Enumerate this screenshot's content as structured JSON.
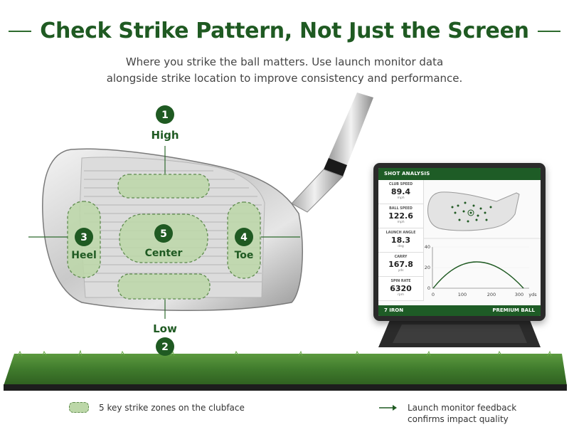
{
  "header": {
    "title": "Check Strike Pattern, Not Just the Screen",
    "subtitle_line1": "Where you strike the ball matters. Use launch monitor data",
    "subtitle_line2": "alongside strike location to improve consistency and performance."
  },
  "zones": [
    {
      "number": "1",
      "label": "High"
    },
    {
      "number": "2",
      "label": "Low"
    },
    {
      "number": "3",
      "label": "Heel"
    },
    {
      "number": "4",
      "label": "Toe"
    },
    {
      "number": "5",
      "label": "Center"
    }
  ],
  "monitor": {
    "header": "SHOT ANALYSIS",
    "metrics": [
      {
        "label": "CLUB SPEED",
        "value": "89.4",
        "unit": "mph"
      },
      {
        "label": "BALL SPEED",
        "value": "122.6",
        "unit": "mph"
      },
      {
        "label": "LAUNCH ANGLE",
        "value": "18.3",
        "unit": "deg"
      },
      {
        "label": "CARRY",
        "value": "167.8",
        "unit": "yds"
      },
      {
        "label": "SPIN RATE",
        "value": "6320",
        "unit": "rpm"
      }
    ],
    "footer_left": "7 IRON",
    "footer_right": "PREMIUM BALL",
    "trajectory_chart": {
      "y_ticks": [
        "40",
        "20",
        "0"
      ],
      "x_ticks": [
        "0",
        "100",
        "200",
        "300"
      ],
      "x_unit": "yds"
    }
  },
  "legend": {
    "zones_text": "5 key strike zones on the clubface",
    "feedback_line1": "Launch monitor feedback",
    "feedback_line2": "confirms impact quality"
  },
  "colors": {
    "brand_green": "#1f5a22",
    "zone_fill": "#bcd7a8",
    "turf": "#3f7a2c"
  }
}
